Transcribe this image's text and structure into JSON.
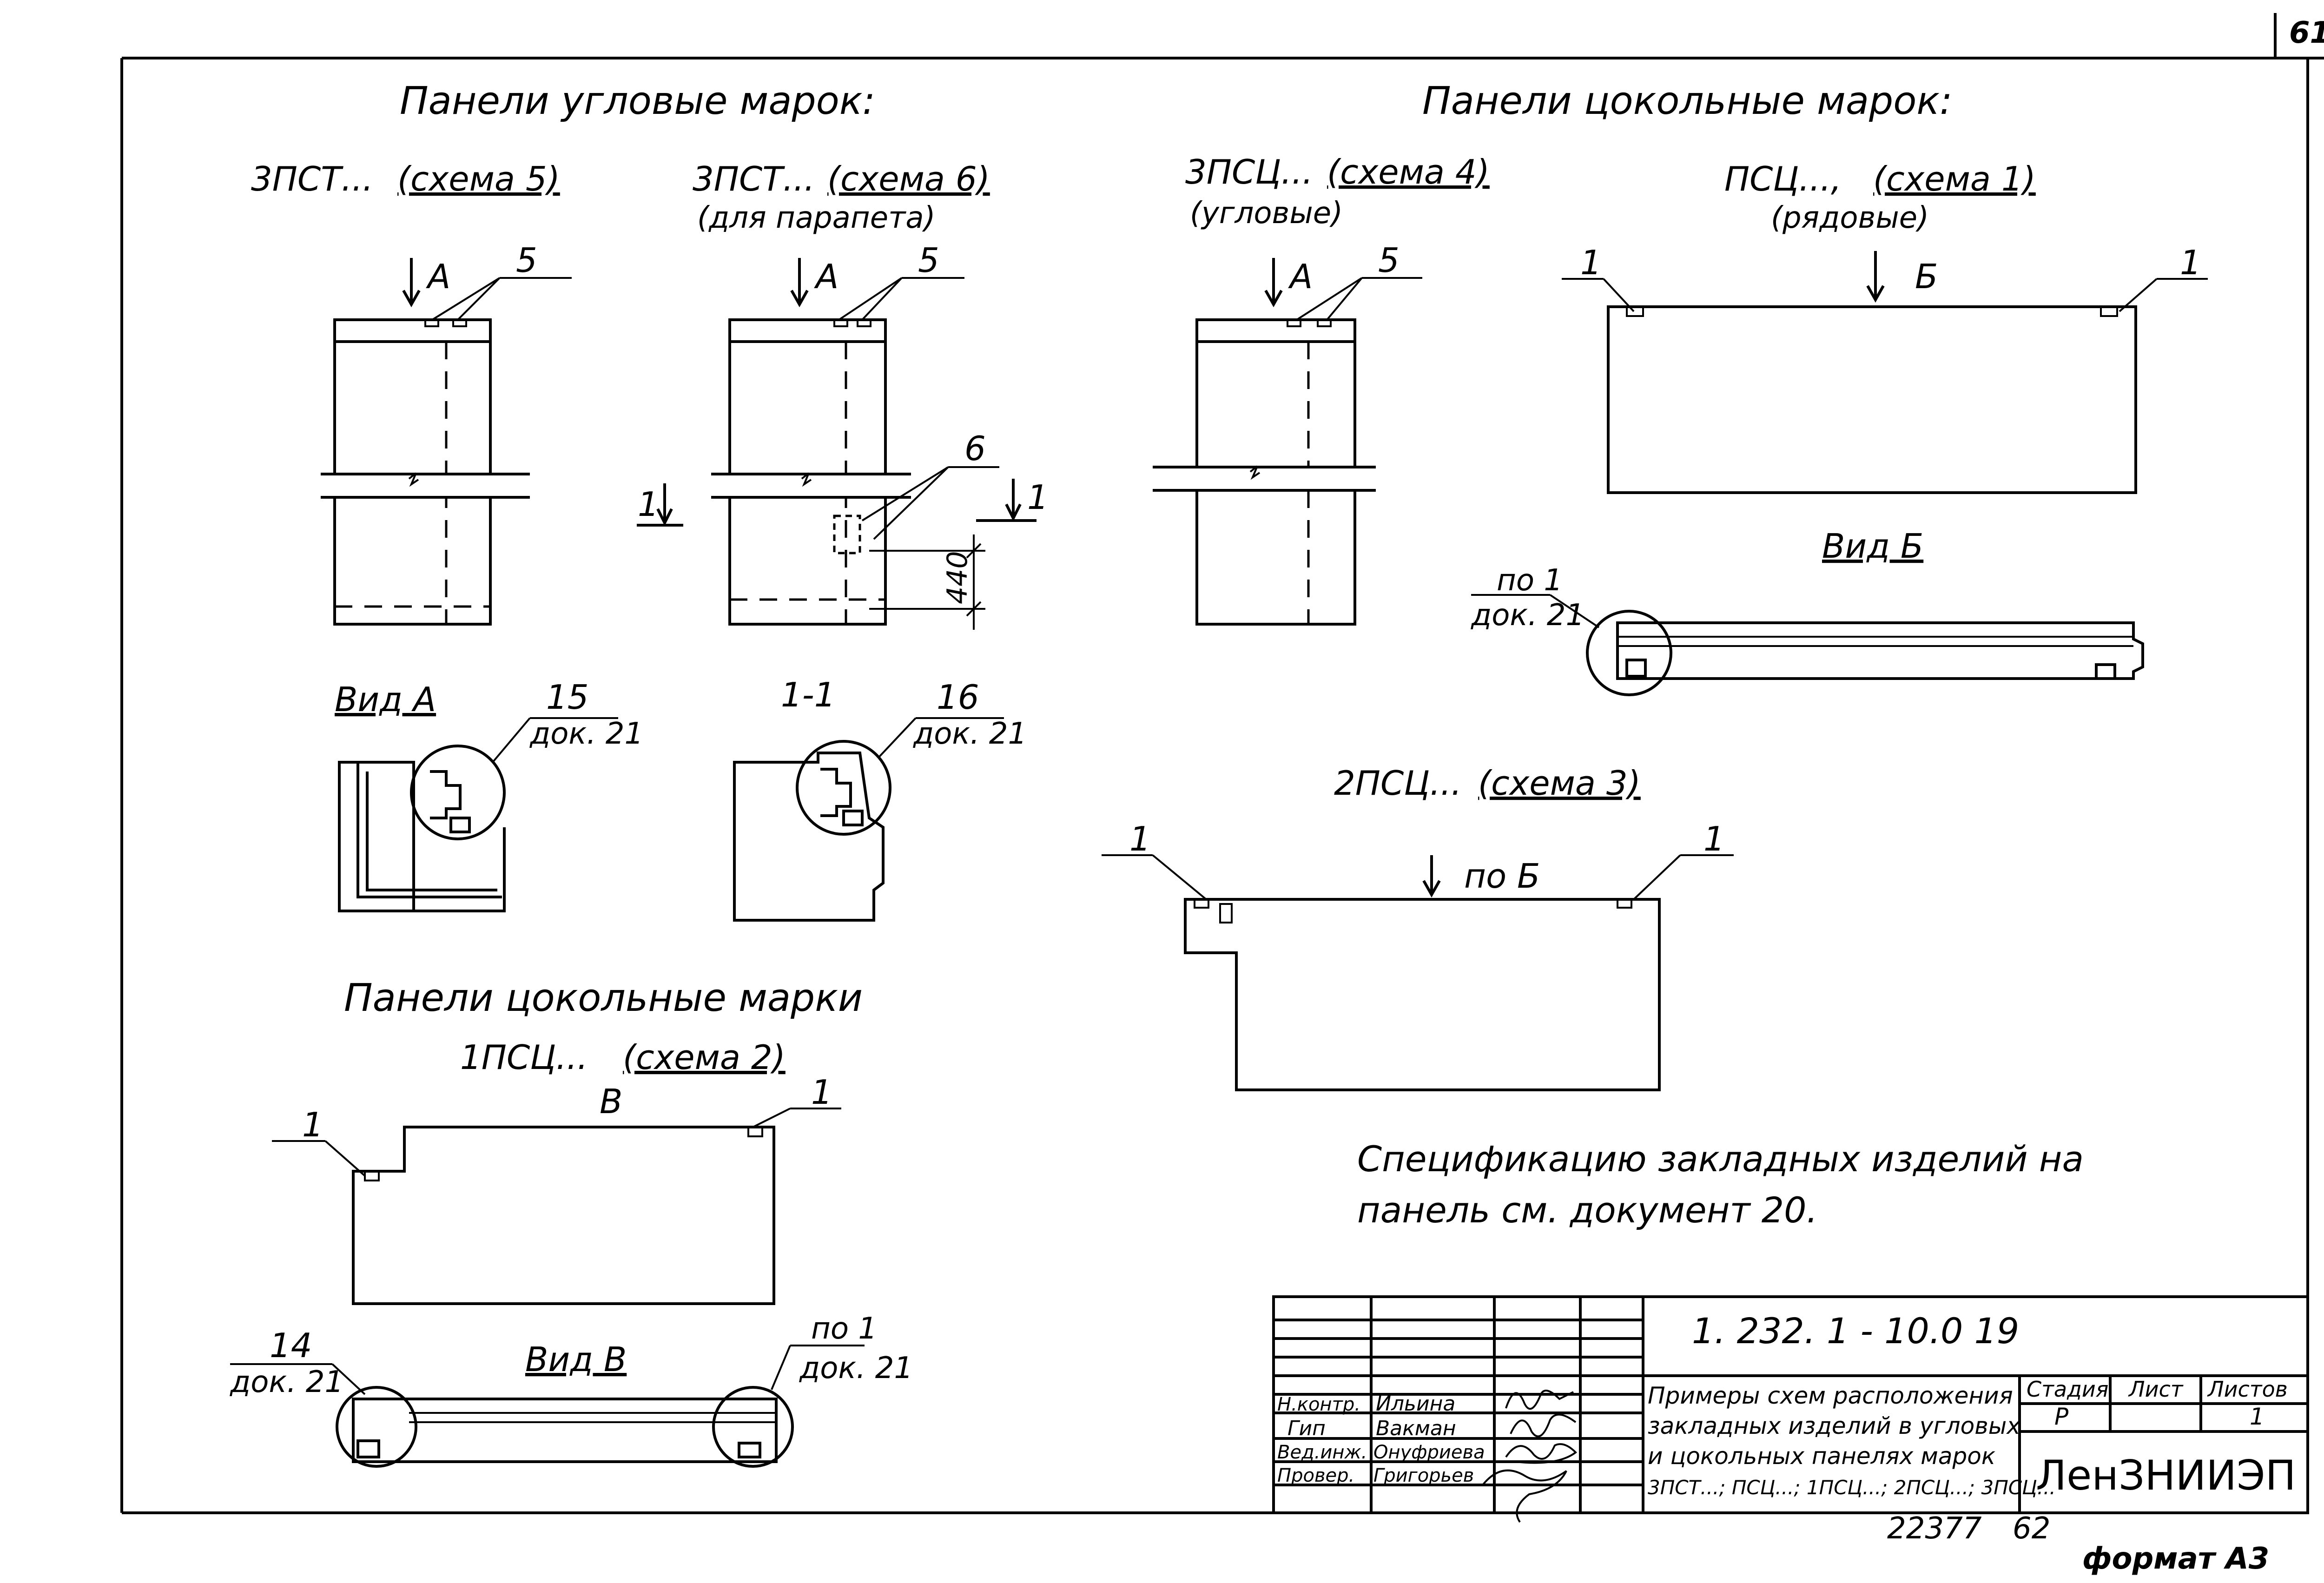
{
  "sheet_number": "61",
  "headings": {
    "corner_panels": "Панели угловые марок:",
    "plinth_panels": "Панели цокольные марок:",
    "plinth_panels_2": "Панели цокольные марки"
  },
  "schemes": {
    "s5": {
      "mark": "3ПСТ...",
      "scheme": "(схема 5)"
    },
    "s6": {
      "mark": "3ПСТ...",
      "scheme": "(схема 6)",
      "note": "(для парапета)"
    },
    "s4": {
      "mark": "3ПСЦ...",
      "scheme": "(схема 4)",
      "note": "(угловые)"
    },
    "s1": {
      "mark": "ПСЦ...,",
      "scheme": "(схема 1)",
      "note": "(рядовые)"
    },
    "s3": {
      "mark": "2ПСЦ...",
      "scheme": "(схема 3)"
    },
    "s2": {
      "mark": "1ПСЦ...",
      "scheme": "(схема 2)"
    }
  },
  "labels": {
    "a": "А",
    "b": "Б",
    "v": "В",
    "po_b": "по Б",
    "num_1": "1",
    "num_5": "5",
    "num_6": "6",
    "dim_440": "440",
    "section_1_1": "1-1",
    "view_a": "Вид А",
    "view_b": "Вид Б",
    "view_v": "Вид В",
    "callout_15": "15",
    "callout_16": "16",
    "callout_14": "14",
    "callout_po1": "по 1",
    "doc21": "док. 21"
  },
  "note": {
    "line1": "Спецификацию закладных изделий на",
    "line2": "панель см. документ 20."
  },
  "title_block": {
    "code": "1. 232. 1 - 10.0  19",
    "description": [
      "Примеры схем расположения",
      "закладных изделий в угловых",
      "и цокольных панелях марок",
      "3ПСТ...; ПСЦ...; 1ПСЦ...; 2ПСЦ...; 3ПСЦ..."
    ],
    "stage_header": "Стадия",
    "sheet_header": "Лист",
    "sheets_header": "Листов",
    "stage_value": "Р",
    "sheets_value": "1",
    "organization": "ЛенЗНИИЭП",
    "staff": [
      {
        "role": "Н.контр.",
        "name": "Ильина"
      },
      {
        "role": "Гип",
        "name": "Вакман"
      },
      {
        "role": "Вед.инж.",
        "name": "Онуфриева"
      },
      {
        "role": "Провер.",
        "name": "Григорьев"
      }
    ]
  },
  "footer": {
    "number": "22377",
    "page": "62",
    "format": "формат А3"
  }
}
